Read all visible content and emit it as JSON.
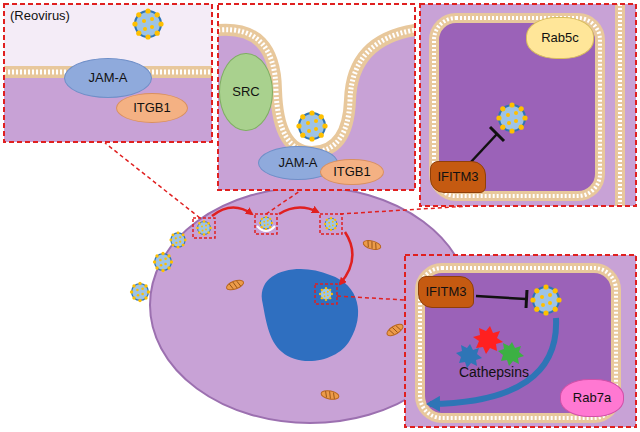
{
  "diagram": {
    "nodes": [
      {
        "text": [
          "JAM-A"
        ]
      },
      {
        "text": [
          "ITGB1"
        ]
      },
      {
        "text": [
          "SRC"
        ]
      },
      {
        "text": [
          "JAM-A"
        ]
      },
      {
        "text": [
          "ITGB1"
        ]
      },
      {
        "text": [
          "Rab5c"
        ]
      },
      {
        "text": [
          "IFITM3"
        ]
      },
      {
        "text": [
          "IFITM3"
        ]
      },
      {
        "text": [
          "Rab7a"
        ]
      }
    ],
    "labels": [
      "(Reovirus)",
      "Cathepsins"
    ]
  }
}
